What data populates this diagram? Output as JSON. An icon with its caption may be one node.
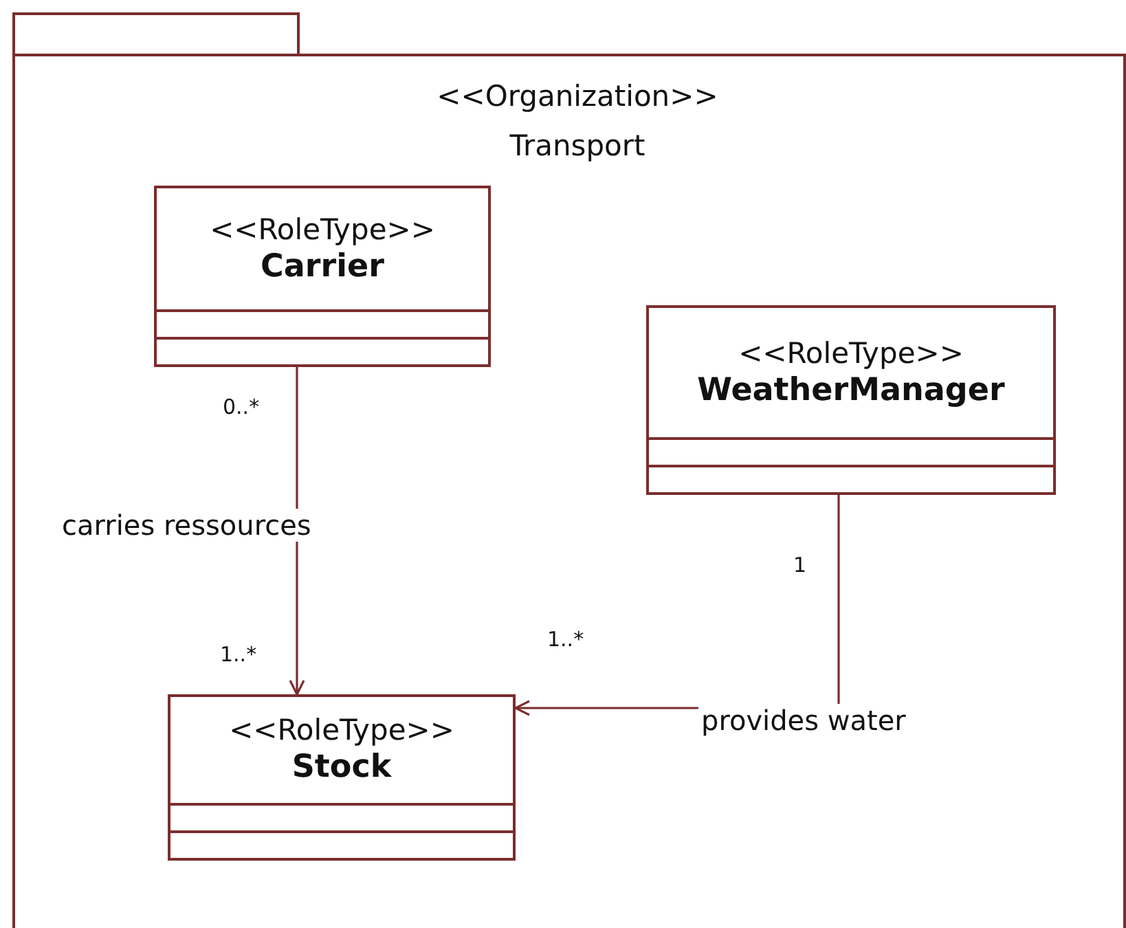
{
  "diagram": {
    "nodes": [
      {
        "text": [
          "<<Organization>>",
          "Transport"
        ]
      },
      {
        "text": [
          "<<RoleType>>",
          "Carrier"
        ],
        "in": 0
      },
      {
        "text": [
          "<<RoleType>>",
          "WeatherManager"
        ],
        "in": 0
      },
      {
        "text": [
          "<<RoleType>>",
          "Stock"
        ],
        "in": 0
      }
    ],
    "edges": [
      {
        "from": 1,
        "to": 3,
        "arrow": "to",
        "label": "carries ressources"
      },
      {
        "from": 2,
        "to": 3,
        "arrow": "to",
        "label": "provides water"
      }
    ],
    "labels": [
      "0..*",
      "1",
      "1..*",
      "1..*"
    ]
  }
}
